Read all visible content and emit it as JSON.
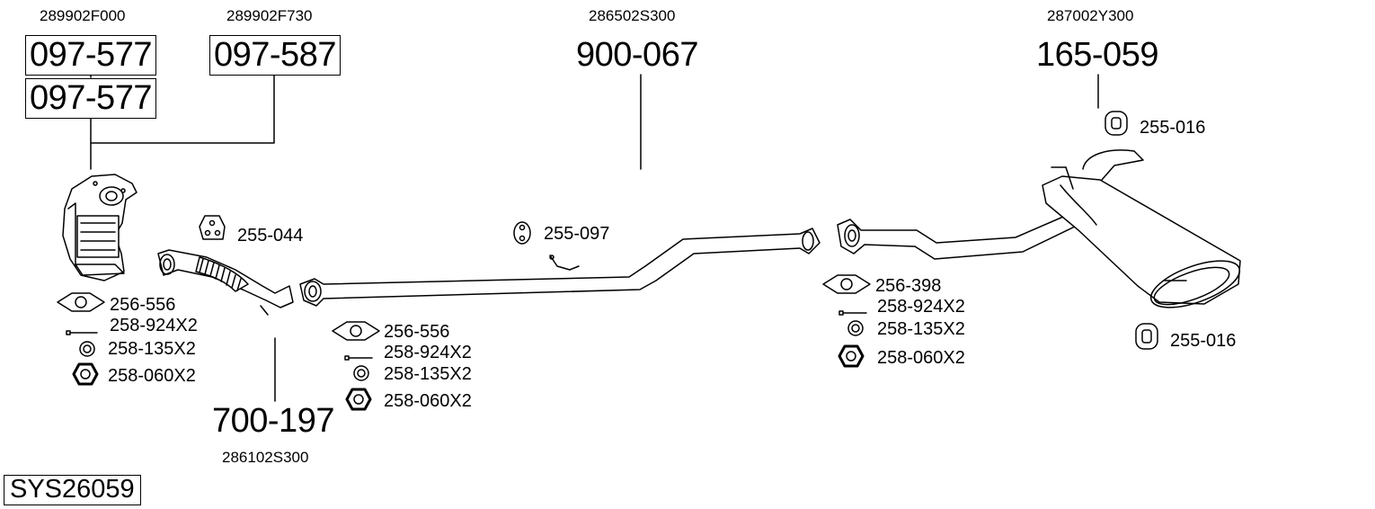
{
  "system_id": "SYS26059",
  "oem_numbers": {
    "cat_left": "289902F000",
    "cat_right": "289902F730",
    "mid_pipe": "286502S300",
    "rear_silencer": "287002Y300",
    "front_pipe": "286102S300"
  },
  "parts": {
    "cat_upper": "097-577",
    "cat_lower": "097-577",
    "cat_alt": "097-587",
    "mid_pipe": "900-067",
    "rear_silencer": "165-059",
    "front_pipe": "700-197"
  },
  "accessories": {
    "hanger_front": "255-044",
    "hanger_mid": "255-097",
    "hanger_rear_top": "255-016",
    "hanger_rear_bottom": "255-016",
    "group_a": [
      "256-556",
      "258-924X2",
      "258-135X2",
      "258-060X2"
    ],
    "group_b": [
      "256-556",
      "258-924X2",
      "258-135X2",
      "258-060X2"
    ],
    "group_c": [
      "256-398",
      "258-924X2",
      "258-135X2",
      "258-060X2"
    ]
  }
}
